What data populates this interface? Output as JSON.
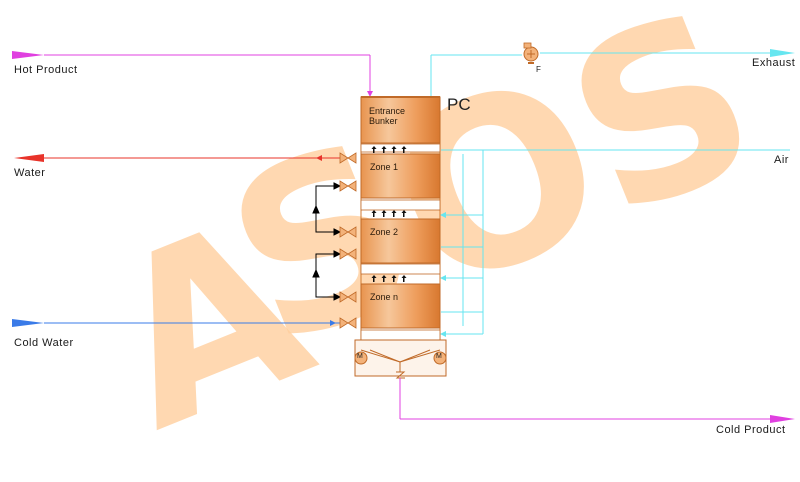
{
  "watermark": [
    "A",
    "S",
    "O",
    "S"
  ],
  "streams": {
    "hot_product": "Hot  Product",
    "water": "Water",
    "cold_water": "Cold  Water",
    "exhaust": "Exhaust",
    "air": "Air",
    "cold_product": "Cold  Product"
  },
  "cooler": {
    "tag": "PC",
    "entrance_bunker": [
      "Entrance",
      "Bunker"
    ],
    "zones": [
      "Zone  1",
      "Zone  2",
      "Zone  n"
    ],
    "motor_label": "M"
  },
  "fan": {
    "label": "F"
  },
  "colors": {
    "hot_product": "#e040e0",
    "water": "#e8332a",
    "cold_water": "#3a7be8",
    "air": "#66e6f0",
    "vessel": "#f0a060",
    "control": "#000000"
  }
}
